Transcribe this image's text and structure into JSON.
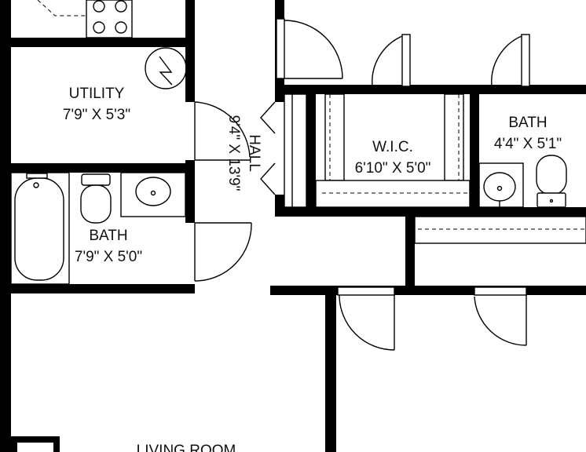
{
  "rooms": {
    "utility": {
      "name": "UTILITY",
      "dims": "7'9\" X 5'3\""
    },
    "bath_left": {
      "name": "BATH",
      "dims": "7'9\" X 5'0\""
    },
    "hall": {
      "name": "HALL",
      "dims": "9'4\" X 13'9\""
    },
    "wic": {
      "name": "W.I.C.",
      "dims": "6'10\" X 5'0\""
    },
    "bath_right": {
      "name": "BATH",
      "dims": "4'4\" X 5'1\""
    },
    "living": {
      "name": "LIVING ROOM"
    }
  },
  "colors": {
    "wall": "#000000",
    "background": "#ffffff"
  }
}
